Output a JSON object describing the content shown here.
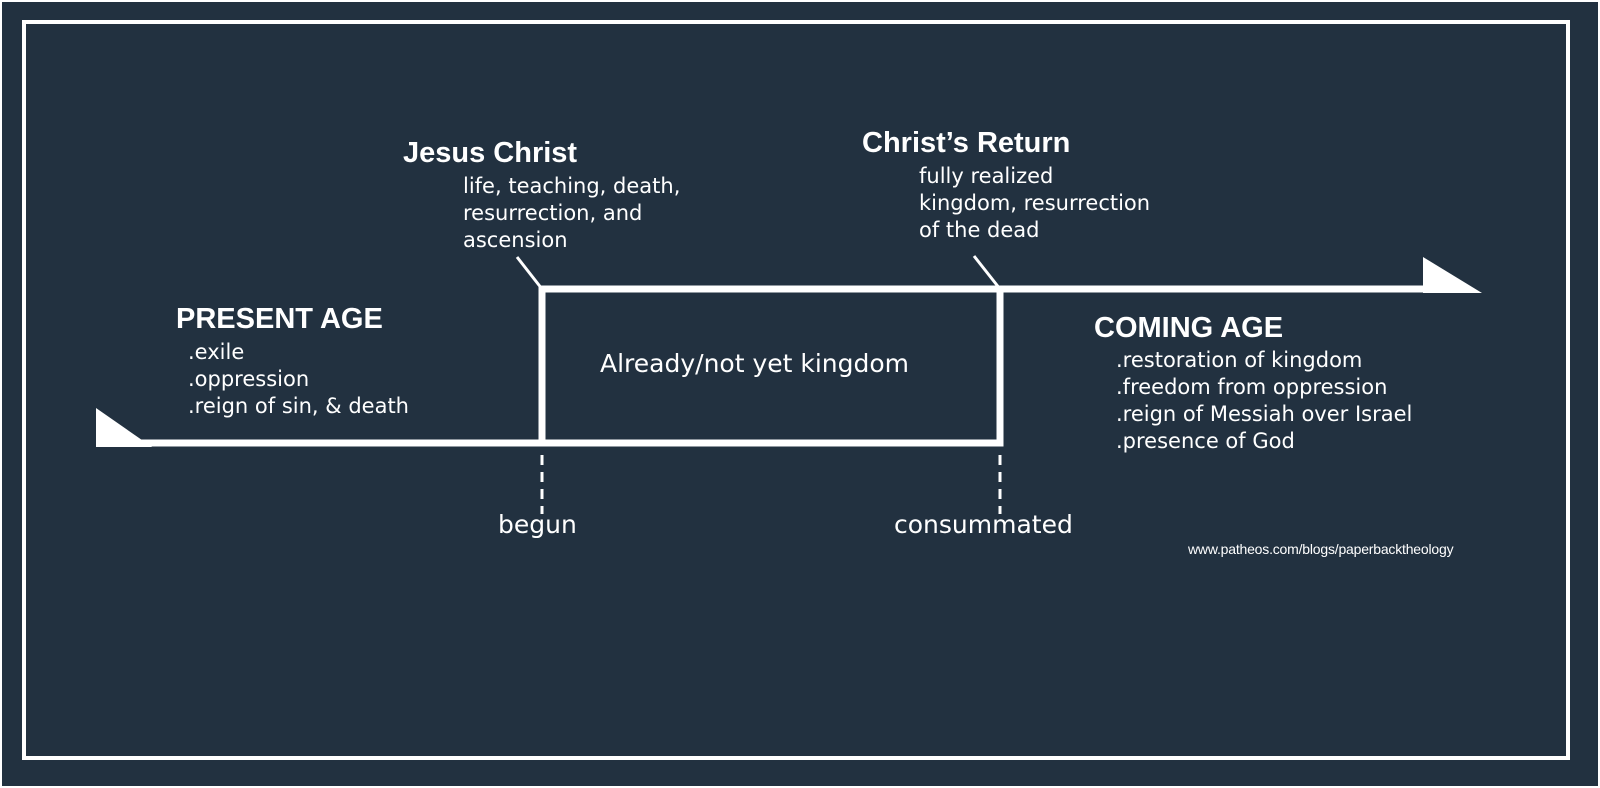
{
  "present_age": {
    "title": "PRESENT AGE",
    "items": [
      ".exile",
      ".oppression",
      ".reign of sin, & death"
    ]
  },
  "jesus_christ": {
    "title": "Jesus Christ",
    "lines": [
      "life, teaching, death,",
      "resurrection, and",
      "ascension"
    ]
  },
  "christs_return": {
    "title": "Christ’s Return",
    "lines": [
      "fully realized",
      "kingdom, resurrection",
      "of the dead"
    ]
  },
  "coming_age": {
    "title": "COMING AGE",
    "items": [
      ".restoration of kingdom",
      ".freedom from oppression",
      ".reign of Messiah over Israel",
      ".presence of God"
    ]
  },
  "kingdom_box": {
    "label": "Already/not yet kingdom"
  },
  "markers": {
    "begun": "begun",
    "consummated": "consummated"
  },
  "source": "www.patheos.com/blogs/paperbacktheology",
  "colors": {
    "background": "#223140",
    "foreground": "#ffffff"
  }
}
